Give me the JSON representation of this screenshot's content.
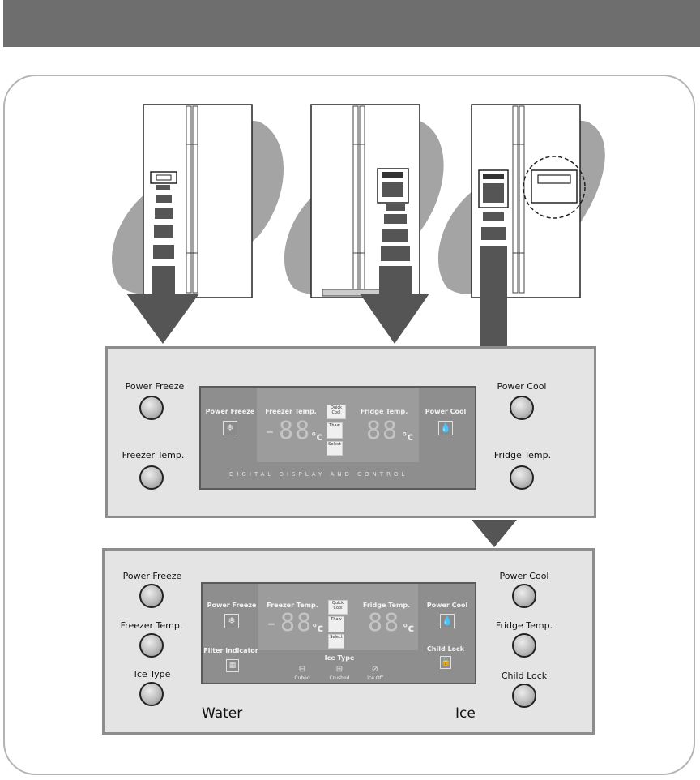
{
  "panel1": {
    "left_buttons": [
      "Power Freeze",
      "Freezer Temp."
    ],
    "right_buttons": [
      "Power Cool",
      "Fridge Temp."
    ],
    "display": {
      "power_freeze": "Power Freeze",
      "freezer_temp": "Freezer Temp.",
      "quick_cool": "Quick Cool",
      "thaw": "Thaw",
      "select": "Select",
      "fridge_temp": "Fridge Temp.",
      "power_cool": "Power Cool",
      "digits": "-88",
      "digits2": "88",
      "unit": "°c",
      "caption": "DIGITAL DISPLAY AND CONTROL"
    }
  },
  "panel2": {
    "left_buttons": [
      "Power Freeze",
      "Freezer Temp.",
      "Ice Type"
    ],
    "right_buttons": [
      "Power Cool",
      "Fridge Temp.",
      "Child Lock"
    ],
    "water_label": "Water",
    "ice_label": "Ice",
    "display": {
      "power_freeze": "Power Freeze",
      "freezer_temp": "Freezer Temp.",
      "quick_cool": "Quick Cool",
      "thaw": "Thaw",
      "select": "Select",
      "fridge_temp": "Fridge Temp.",
      "power_cool": "Power Cool",
      "filter_indicator": "Filter Indicator",
      "child_lock": "Child Lock",
      "ice_type": "Ice Type",
      "cubed": "Cubed",
      "crushed": "Crushed",
      "ice_off": "Ice Off",
      "digits": "-88",
      "digits2": "88",
      "unit": "°c"
    }
  }
}
